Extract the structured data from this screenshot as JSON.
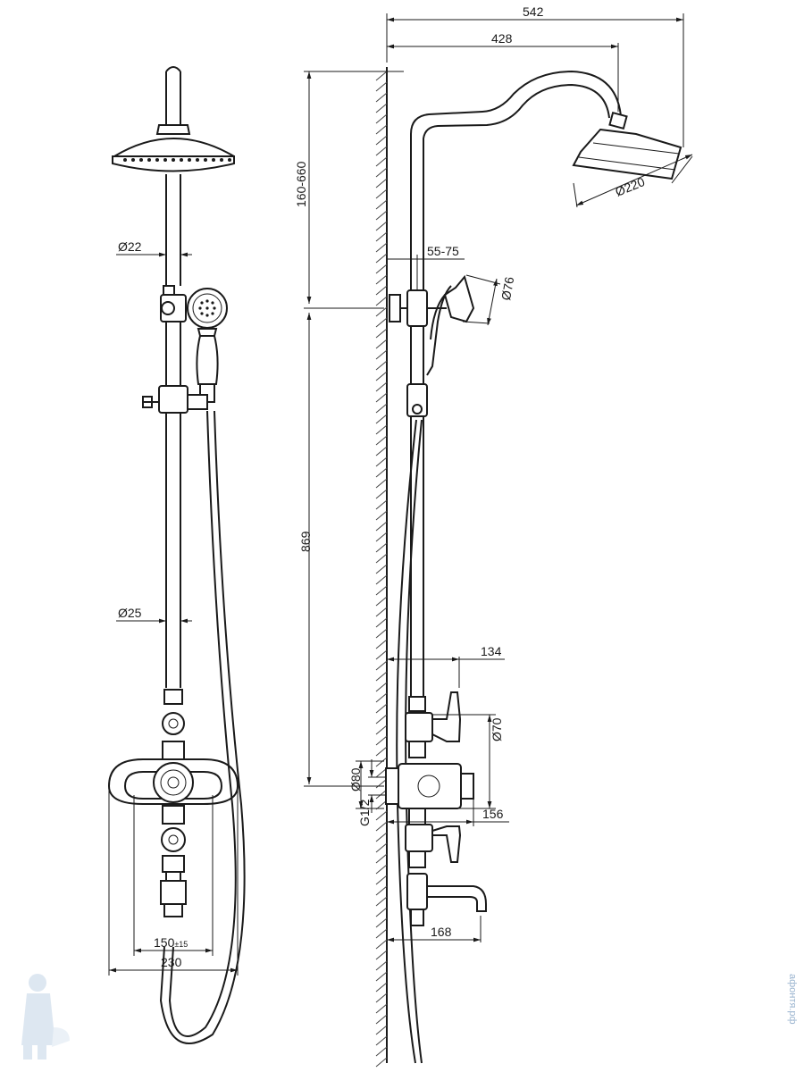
{
  "front_view": {
    "dims": {
      "rod_top": "Ø22",
      "rod_bottom": "Ø25",
      "centers": "150",
      "centers_tol": "±15",
      "width": "230"
    }
  },
  "side_view": {
    "dims": {
      "total_reach": "542",
      "arm_reach": "428",
      "head_diameter": "Ø220",
      "head_height": "160-660",
      "wall_offset": "55-75",
      "hand_shower": "Ø76",
      "vertical": "869",
      "lever_reach": "134",
      "body_depth": "Ø70",
      "flange": "Ø80",
      "inlet": "G1/2",
      "lower_reach": "156",
      "spout_reach": "168"
    }
  },
  "watermark": {
    "site": "афонтя.рф"
  },
  "colors": {
    "line": "#1a1a1a",
    "watermark": "#9ab4cf"
  }
}
